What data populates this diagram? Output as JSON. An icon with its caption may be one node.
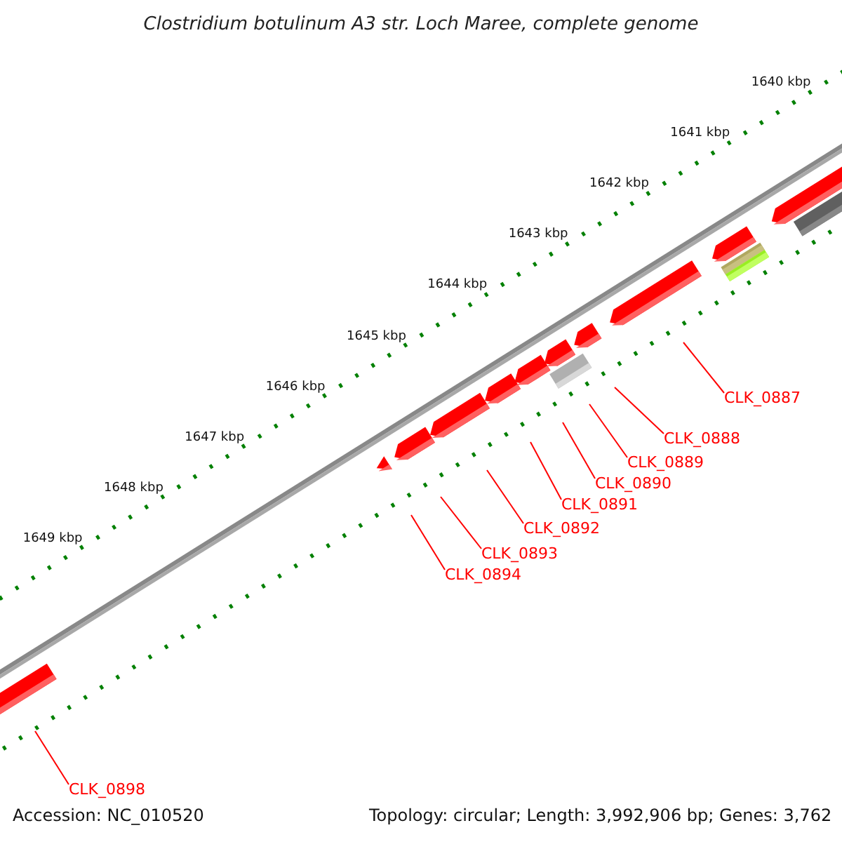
{
  "diagram": {
    "title": "Clostridium botulinum A3 str. Loch Maree, complete genome",
    "nodes": [
      {
        "text": [
          "CLK_0887"
        ]
      },
      {
        "text": [
          "CLK_0888"
        ]
      },
      {
        "text": [
          "CLK_0889"
        ]
      },
      {
        "text": [
          "CLK_0890"
        ]
      },
      {
        "text": [
          "CLK_0891"
        ]
      },
      {
        "text": [
          "CLK_0892"
        ]
      },
      {
        "text": [
          "CLK_0893"
        ]
      },
      {
        "text": [
          "CLK_0894"
        ]
      },
      {
        "text": [
          "CLK_0898"
        ]
      }
    ],
    "edges": [
      {
        "from": 0,
        "to": null,
        "arrow": "none",
        "color": "#ff0000"
      },
      {
        "from": 1,
        "to": null,
        "arrow": "none",
        "color": "#ff0000"
      },
      {
        "from": 2,
        "to": null,
        "arrow": "none",
        "color": "#ff0000"
      },
      {
        "from": 3,
        "to": null,
        "arrow": "none",
        "color": "#ff0000"
      },
      {
        "from": 4,
        "to": null,
        "arrow": "none",
        "color": "#ff0000"
      },
      {
        "from": 5,
        "to": null,
        "arrow": "none",
        "color": "#ff0000"
      },
      {
        "from": 6,
        "to": null,
        "arrow": "none",
        "color": "#ff0000"
      },
      {
        "from": 7,
        "to": null,
        "arrow": "none",
        "color": "#ff0000"
      },
      {
        "from": 8,
        "to": null,
        "arrow": "none",
        "color": "#ff0000"
      }
    ],
    "labels": [
      "1640 kbp",
      "1641 kbp",
      "1642 kbp",
      "1643 kbp",
      "1644 kbp",
      "1645 kbp",
      "1646 kbp",
      "1647 kbp",
      "1648 kbp",
      "1649 kbp",
      "Accession: NC_010520",
      "Topology: circular; Length: 3,992,906 bp; Genes: 3,762"
    ]
  }
}
